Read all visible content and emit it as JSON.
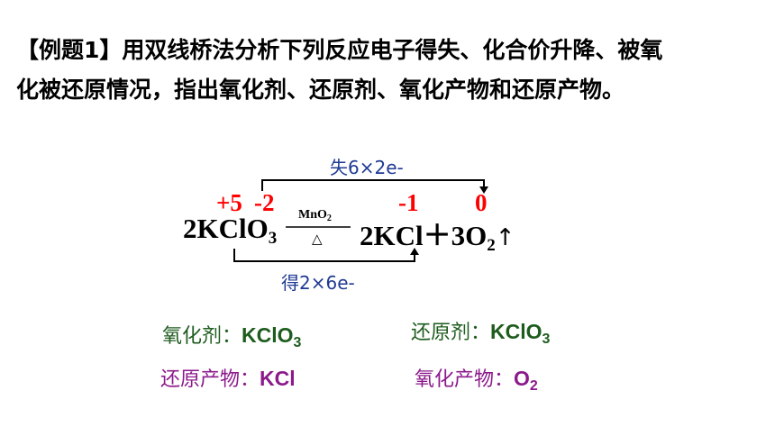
{
  "question": {
    "line1": "【例题1】用双线桥法分析下列反应电子得失、化合价升降、被氧",
    "line2": "化被还原情况，指出氧化剂、还原剂、氧化产物和还原产物。"
  },
  "equation": {
    "reactant_coef": "2",
    "reactant_body": "KClO",
    "reactant_sub": "3",
    "product1": "2KCl",
    "plus": "＋",
    "product2_coef": "3",
    "product2_body": "O",
    "product2_sub": "2",
    "gas_arrow": "↑",
    "catalyst_body": "MnO",
    "catalyst_sub": "2",
    "condition": "△"
  },
  "oxidation_states": {
    "cl_reactant": "+5",
    "o_reactant": "-2",
    "cl_product": "-1",
    "o_product": "0"
  },
  "electron_transfer": {
    "lose": "失6×2e-",
    "gain": "得2×6e-"
  },
  "answers": {
    "oxidant_label": "氧化剂：",
    "oxidant_body": "KClO",
    "oxidant_sub": "3",
    "reductant_label": "还原剂：",
    "reductant_body": "KClO",
    "reductant_sub": "3",
    "reduction_product_label": "还原产物：",
    "reduction_product_value": "KCl",
    "oxidation_product_label": "氧化产物：",
    "oxidation_product_body": "O",
    "oxidation_product_sub": "2"
  },
  "colors": {
    "green": "#1e5c1e",
    "purple": "#8b1a8b",
    "red": "#ff0000",
    "blue": "#1f3a93"
  }
}
